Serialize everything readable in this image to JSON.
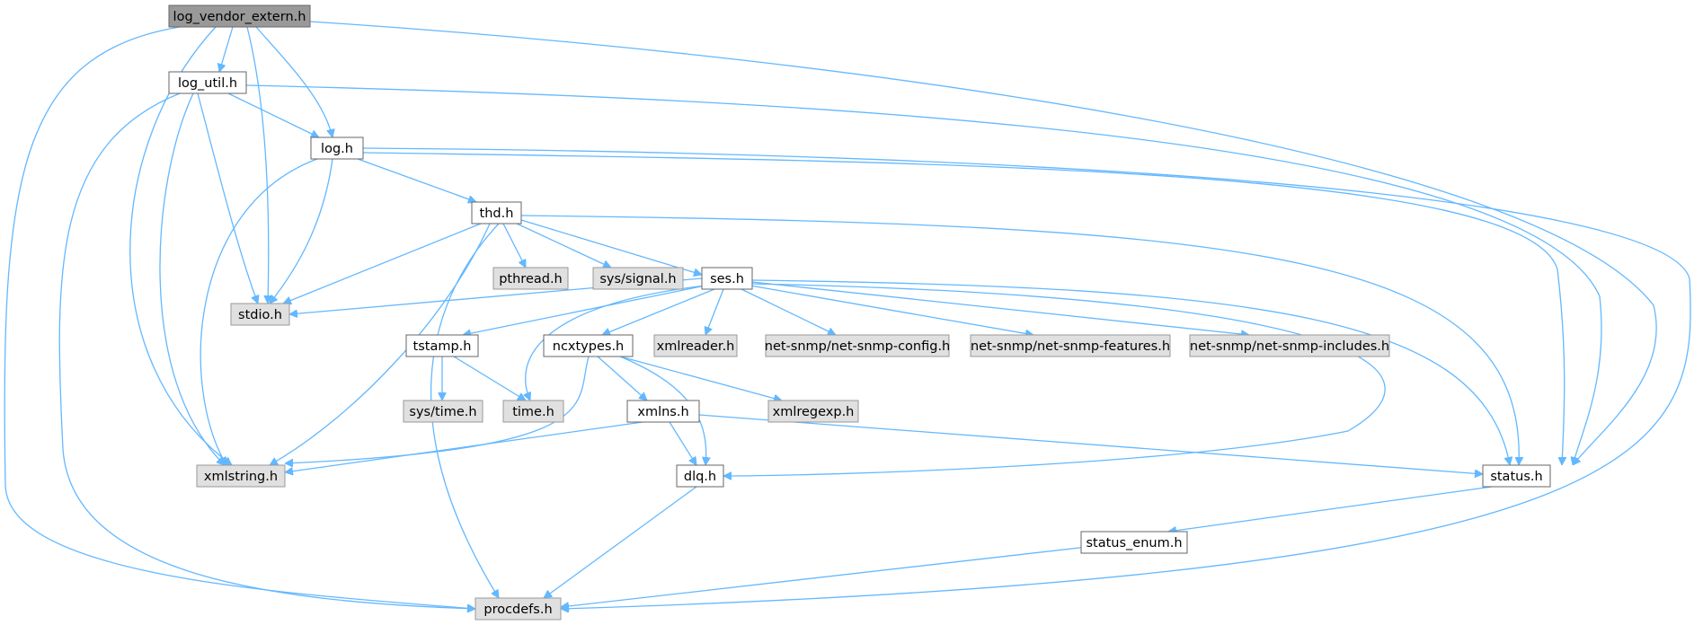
{
  "colors": {
    "edge": "#63b8ff",
    "root_fill": "#999999",
    "root_border": "#666666",
    "documented_fill": "#ffffff",
    "documented_border": "#666666",
    "external_fill": "#e0e0e0",
    "external_border": "#999999"
  },
  "nodes": [
    {
      "id": "log_vendor_extern",
      "label": "log_vendor_extern.h",
      "kind": "root"
    },
    {
      "id": "log_util",
      "label": "log_util.h",
      "kind": "documented"
    },
    {
      "id": "log",
      "label": "log.h",
      "kind": "documented"
    },
    {
      "id": "thd",
      "label": "thd.h",
      "kind": "documented"
    },
    {
      "id": "pthread",
      "label": "pthread.h",
      "kind": "external"
    },
    {
      "id": "sys_signal",
      "label": "sys/signal.h",
      "kind": "external"
    },
    {
      "id": "ses",
      "label": "ses.h",
      "kind": "documented"
    },
    {
      "id": "stdio",
      "label": "stdio.h",
      "kind": "external"
    },
    {
      "id": "tstamp",
      "label": "tstamp.h",
      "kind": "documented"
    },
    {
      "id": "ncxtypes",
      "label": "ncxtypes.h",
      "kind": "documented"
    },
    {
      "id": "xmlreader",
      "label": "xmlreader.h",
      "kind": "external"
    },
    {
      "id": "ns_config",
      "label": "net-snmp/net-snmp-config.h",
      "kind": "external"
    },
    {
      "id": "ns_features",
      "label": "net-snmp/net-snmp-features.h",
      "kind": "external"
    },
    {
      "id": "ns_includes",
      "label": "net-snmp/net-snmp-includes.h",
      "kind": "external"
    },
    {
      "id": "sys_time",
      "label": "sys/time.h",
      "kind": "external"
    },
    {
      "id": "time",
      "label": "time.h",
      "kind": "external"
    },
    {
      "id": "xmlns",
      "label": "xmlns.h",
      "kind": "documented"
    },
    {
      "id": "xmlregexp",
      "label": "xmlregexp.h",
      "kind": "external"
    },
    {
      "id": "xmlstring",
      "label": "xmlstring.h",
      "kind": "external"
    },
    {
      "id": "dlq",
      "label": "dlq.h",
      "kind": "documented"
    },
    {
      "id": "status",
      "label": "status.h",
      "kind": "documented"
    },
    {
      "id": "status_enum",
      "label": "status_enum.h",
      "kind": "documented"
    },
    {
      "id": "procdefs",
      "label": "procdefs.h",
      "kind": "external"
    }
  ],
  "edges": [
    [
      "log_vendor_extern",
      "log_util"
    ],
    [
      "log_vendor_extern",
      "log"
    ],
    [
      "log_vendor_extern",
      "stdio"
    ],
    [
      "log_vendor_extern",
      "xmlstring"
    ],
    [
      "log_vendor_extern",
      "status"
    ],
    [
      "log_vendor_extern",
      "procdefs"
    ],
    [
      "log_util",
      "log"
    ],
    [
      "log_util",
      "stdio"
    ],
    [
      "log_util",
      "xmlstring"
    ],
    [
      "log_util",
      "status"
    ],
    [
      "log_util",
      "procdefs"
    ],
    [
      "log",
      "thd"
    ],
    [
      "log",
      "stdio"
    ],
    [
      "log",
      "xmlstring"
    ],
    [
      "log",
      "status"
    ],
    [
      "log",
      "procdefs"
    ],
    [
      "thd",
      "pthread"
    ],
    [
      "thd",
      "sys_signal"
    ],
    [
      "thd",
      "ses"
    ],
    [
      "thd",
      "stdio"
    ],
    [
      "thd",
      "xmlstring"
    ],
    [
      "thd",
      "status"
    ],
    [
      "thd",
      "procdefs"
    ],
    [
      "ses",
      "stdio"
    ],
    [
      "ses",
      "tstamp"
    ],
    [
      "ses",
      "ncxtypes"
    ],
    [
      "ses",
      "xmlreader"
    ],
    [
      "ses",
      "ns_config"
    ],
    [
      "ses",
      "ns_features"
    ],
    [
      "ses",
      "ns_includes"
    ],
    [
      "ses",
      "time"
    ],
    [
      "ses",
      "dlq"
    ],
    [
      "ses",
      "status"
    ],
    [
      "tstamp",
      "sys_time"
    ],
    [
      "tstamp",
      "time"
    ],
    [
      "ncxtypes",
      "xmlns"
    ],
    [
      "ncxtypes",
      "xmlregexp"
    ],
    [
      "ncxtypes",
      "xmlstring"
    ],
    [
      "ncxtypes",
      "dlq"
    ],
    [
      "xmlns",
      "xmlstring"
    ],
    [
      "xmlns",
      "dlq"
    ],
    [
      "xmlns",
      "status"
    ],
    [
      "dlq",
      "procdefs"
    ],
    [
      "status",
      "status_enum"
    ],
    [
      "status_enum",
      "procdefs"
    ]
  ]
}
